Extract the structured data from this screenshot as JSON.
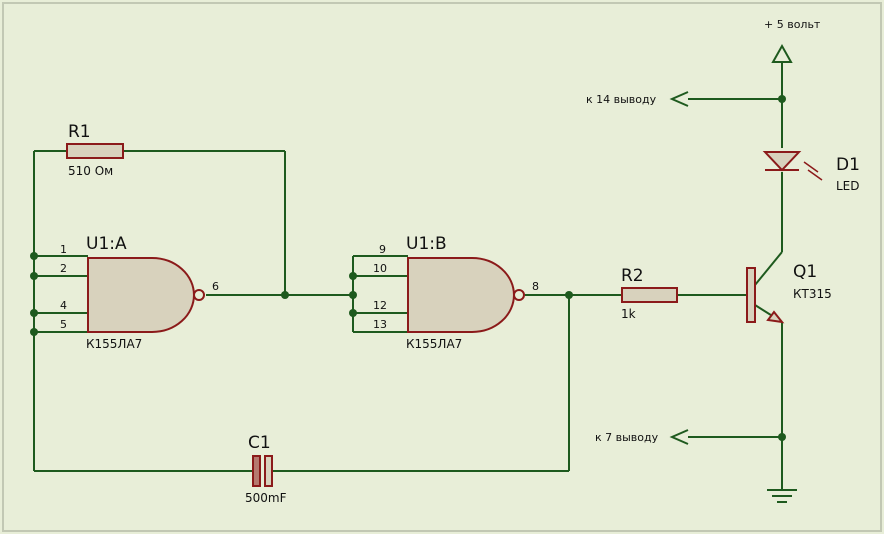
{
  "colors": {
    "background": "#e8eed8",
    "frame": "#c2c8b4",
    "wire": "#1e5a1e",
    "component_outline": "#8b1a1a",
    "component_fill": "#d8d2bd",
    "text": "#111111"
  },
  "gate_a": {
    "ref": "U1:A",
    "part": "К155ЛА7",
    "pins": [
      "1",
      "2",
      "4",
      "5"
    ],
    "out_pin": "6"
  },
  "gate_b": {
    "ref": "U1:B",
    "part": "К155ЛА7",
    "pins": [
      "9",
      "10",
      "12",
      "13"
    ],
    "out_pin": "8"
  },
  "r1": {
    "ref": "R1",
    "value": "510 Ом"
  },
  "r2": {
    "ref": "R2",
    "value": "1k"
  },
  "c1": {
    "ref": "C1",
    "value": "500mF"
  },
  "d1": {
    "ref": "D1",
    "value": "LED"
  },
  "q1": {
    "ref": "Q1",
    "value": "КТ315"
  },
  "power": {
    "vcc": "+ 5 вольт",
    "to_pin14": "к 14 выводу",
    "to_pin7": "к 7 выводу"
  }
}
